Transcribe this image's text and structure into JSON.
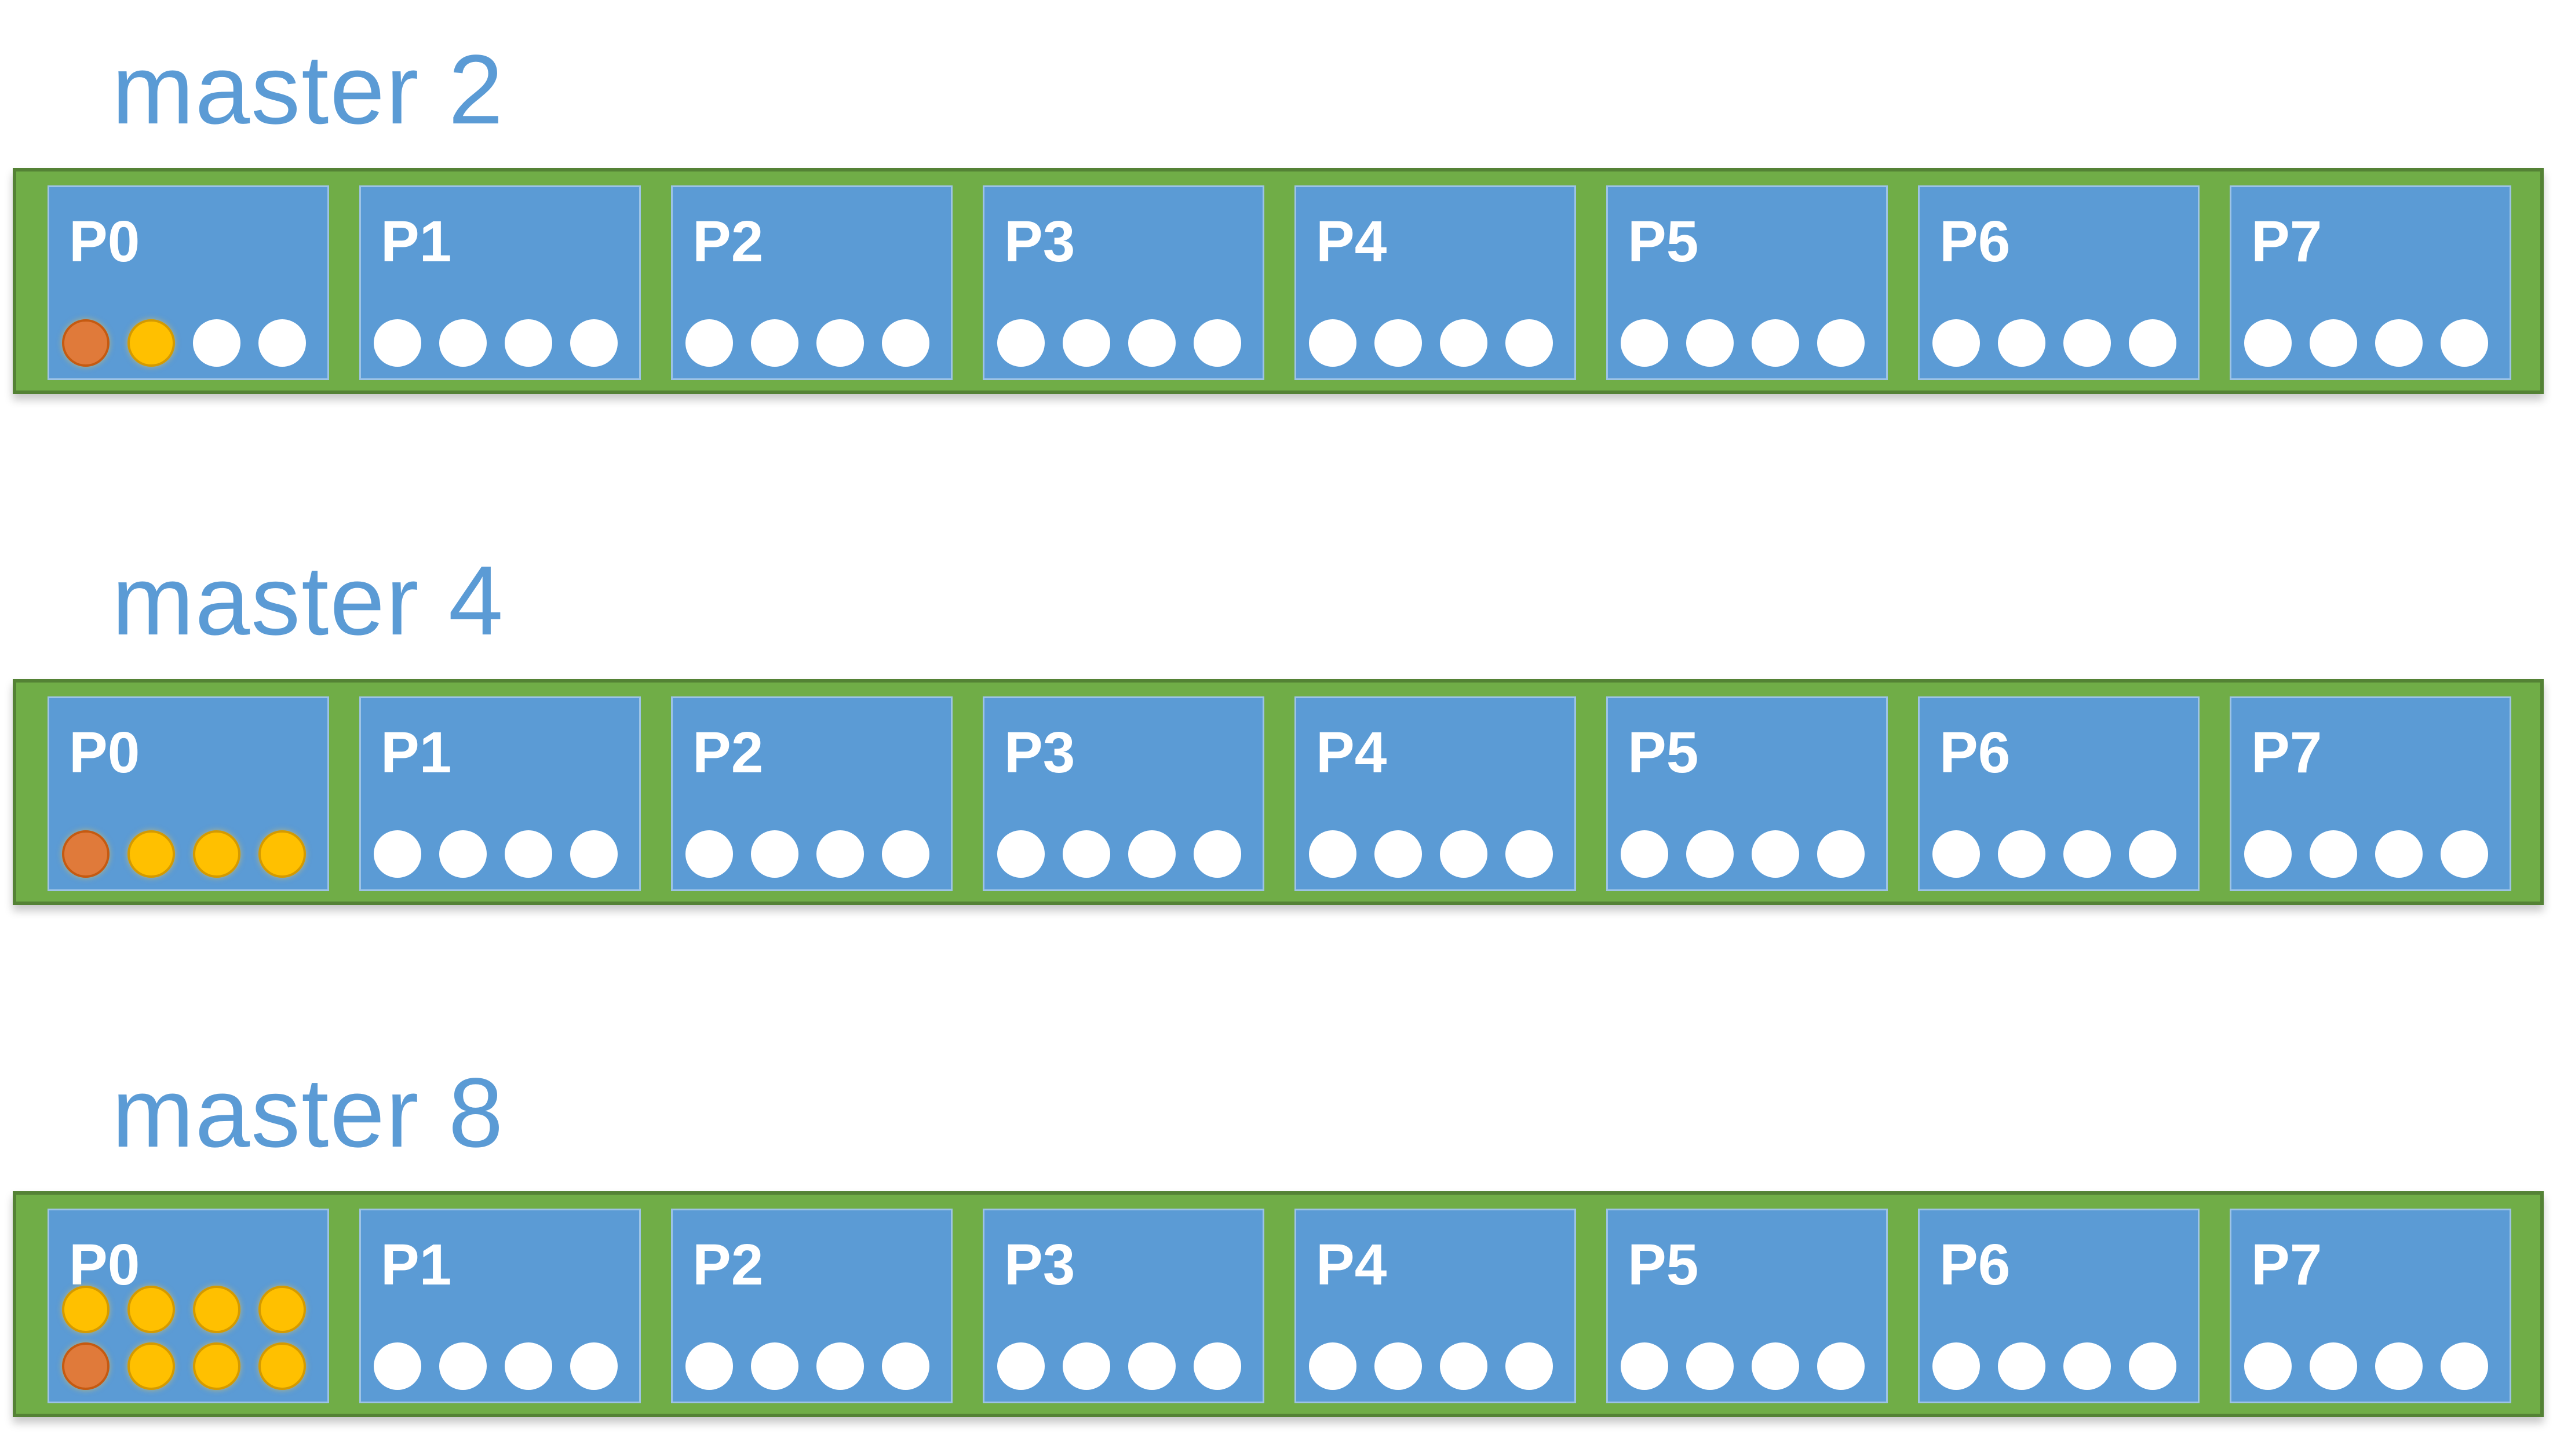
{
  "groups": [
    {
      "title": "master 2",
      "processes": [
        {
          "label": "P0",
          "slots": [
            "master",
            "worker",
            "free",
            "free"
          ]
        },
        {
          "label": "P1",
          "slots": [
            "free",
            "free",
            "free",
            "free"
          ]
        },
        {
          "label": "P2",
          "slots": [
            "free",
            "free",
            "free",
            "free"
          ]
        },
        {
          "label": "P3",
          "slots": [
            "free",
            "free",
            "free",
            "free"
          ]
        },
        {
          "label": "P4",
          "slots": [
            "free",
            "free",
            "free",
            "free"
          ]
        },
        {
          "label": "P5",
          "slots": [
            "free",
            "free",
            "free",
            "free"
          ]
        },
        {
          "label": "P6",
          "slots": [
            "free",
            "free",
            "free",
            "free"
          ]
        },
        {
          "label": "P7",
          "slots": [
            "free",
            "free",
            "free",
            "free"
          ]
        }
      ]
    },
    {
      "title": "master 4",
      "processes": [
        {
          "label": "P0",
          "slots": [
            "master",
            "worker",
            "worker",
            "worker"
          ]
        },
        {
          "label": "P1",
          "slots": [
            "free",
            "free",
            "free",
            "free"
          ]
        },
        {
          "label": "P2",
          "slots": [
            "free",
            "free",
            "free",
            "free"
          ]
        },
        {
          "label": "P3",
          "slots": [
            "free",
            "free",
            "free",
            "free"
          ]
        },
        {
          "label": "P4",
          "slots": [
            "free",
            "free",
            "free",
            "free"
          ]
        },
        {
          "label": "P5",
          "slots": [
            "free",
            "free",
            "free",
            "free"
          ]
        },
        {
          "label": "P6",
          "slots": [
            "free",
            "free",
            "free",
            "free"
          ]
        },
        {
          "label": "P7",
          "slots": [
            "free",
            "free",
            "free",
            "free"
          ]
        }
      ]
    },
    {
      "title": "master 8",
      "processes": [
        {
          "label": "P0",
          "slots": [
            "master",
            "worker",
            "worker",
            "worker"
          ],
          "extra_row": [
            "worker",
            "worker",
            "worker",
            "worker"
          ]
        },
        {
          "label": "P1",
          "slots": [
            "free",
            "free",
            "free",
            "free"
          ]
        },
        {
          "label": "P2",
          "slots": [
            "free",
            "free",
            "free",
            "free"
          ]
        },
        {
          "label": "P3",
          "slots": [
            "free",
            "free",
            "free",
            "free"
          ]
        },
        {
          "label": "P4",
          "slots": [
            "free",
            "free",
            "free",
            "free"
          ]
        },
        {
          "label": "P5",
          "slots": [
            "free",
            "free",
            "free",
            "free"
          ]
        },
        {
          "label": "P6",
          "slots": [
            "free",
            "free",
            "free",
            "free"
          ]
        },
        {
          "label": "P7",
          "slots": [
            "free",
            "free",
            "free",
            "free"
          ]
        }
      ]
    }
  ],
  "colors": {
    "title": "#5b9bd5",
    "node_fill": "#70ad47",
    "node_border": "#548235",
    "process_fill": "#5b9bd5",
    "process_border": "#9dc3e6",
    "slot_free": "#ffffff",
    "slot_master": "#e07a3a",
    "slot_worker": "#ffc000"
  }
}
